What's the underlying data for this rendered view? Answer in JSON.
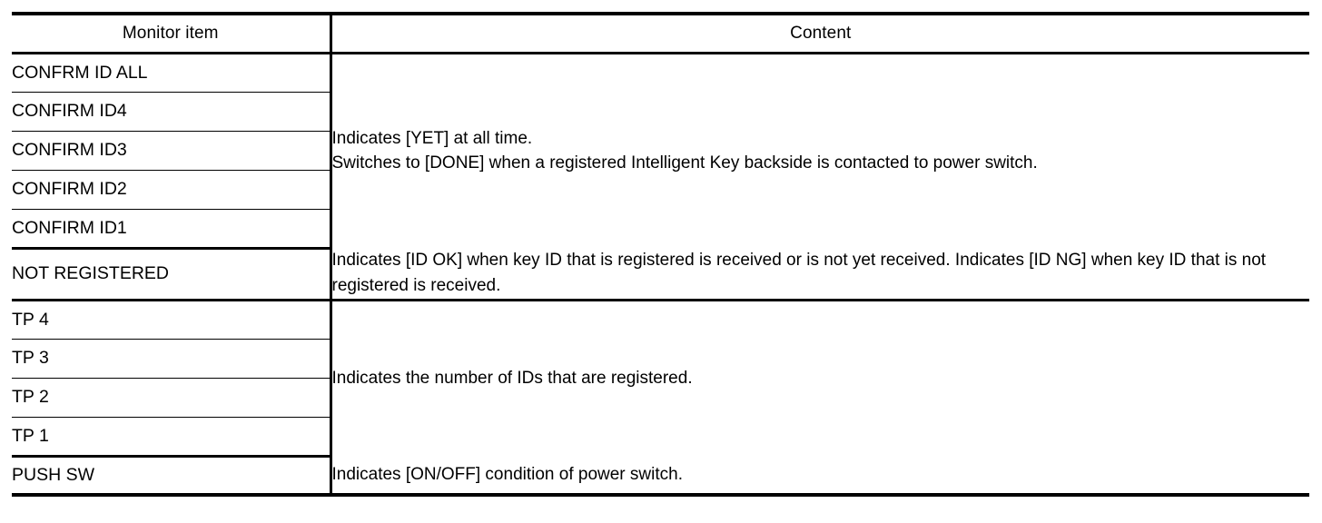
{
  "table": {
    "headers": {
      "monitor_item": "Monitor item",
      "content": "Content"
    },
    "groups": [
      {
        "id": "confirm-id-group",
        "items": [
          "CONFRM ID ALL",
          "CONFIRM ID4",
          "CONFIRM ID3",
          "CONFIRM ID2",
          "CONFIRM ID1"
        ],
        "content": "Indicates [YET] at all time.\nSwitches to [DONE] when a registered Intelligent Key backside is contacted to power switch."
      },
      {
        "id": "not-registered-group",
        "items": [
          "NOT REGISTERED"
        ],
        "content": "Indicates [ID OK] when key ID that is registered is received or is not yet received. Indicates [ID NG] when key ID that is not registered is received."
      },
      {
        "id": "tp-group",
        "items": [
          "TP 4",
          "TP 3",
          "TP 2",
          "TP 1"
        ],
        "content": "Indicates the number of IDs that are registered."
      },
      {
        "id": "push-sw-group",
        "items": [
          "PUSH SW"
        ],
        "content": "Indicates [ON/OFF] condition of power switch."
      }
    ]
  },
  "colors": {
    "rule": "#000000",
    "background": "#ffffff",
    "text": "#000000"
  }
}
